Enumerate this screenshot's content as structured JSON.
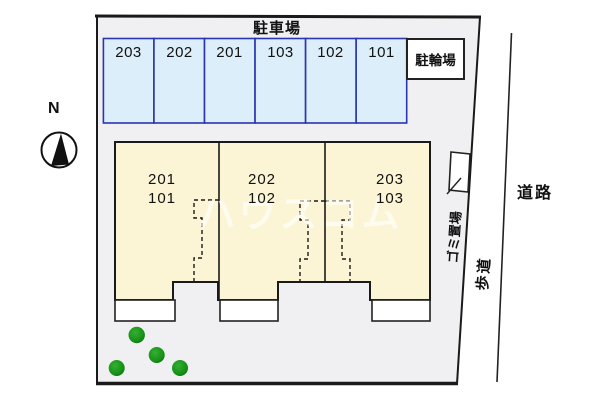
{
  "site_plan": {
    "parking": {
      "title": "駐車場",
      "spaces": [
        "203",
        "202",
        "201",
        "103",
        "102",
        "101"
      ]
    },
    "bicycle_parking": {
      "label": "駐輪場"
    },
    "building": {
      "units": [
        {
          "upper": "201",
          "lower": "101"
        },
        {
          "upper": "202",
          "lower": "102"
        },
        {
          "upper": "203",
          "lower": "103"
        }
      ]
    },
    "labels": {
      "road": "道路",
      "sidewalk": "歩道",
      "garbage": "ゴミ置場",
      "north": "N"
    },
    "watermark": "ハウスコム",
    "colors": {
      "site_fill": "#f0f0f2",
      "parking_fill": "#ddeefb",
      "parking_border": "#2a35b0",
      "building_fill": "#fbf5d5",
      "line_color": "#1a1a1a",
      "tree_green": "#169016",
      "tree_green_light": "#33b033"
    }
  }
}
